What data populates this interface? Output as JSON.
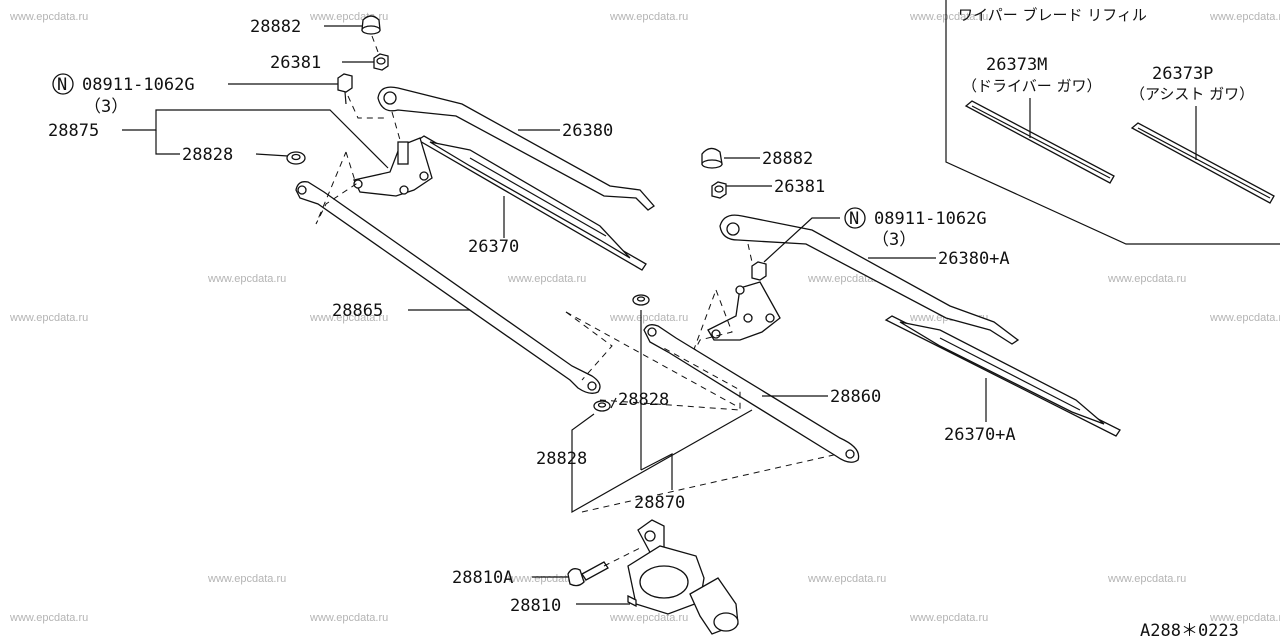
{
  "watermark": "www.epcdata.ru",
  "drawing_code": "A288＊0223",
  "inset": {
    "title": "ワイパー ブレード リフィル",
    "left_part": "26373M",
    "left_note": "（ドライバー ガワ）",
    "right_part": "26373P",
    "right_note": "（アシスト ガワ）"
  },
  "left_assembly": {
    "cap": "28882",
    "nut": "26381",
    "n_symbol": "N",
    "bolt": "08911-1062G",
    "bolt_qty": "（3）",
    "pivot_set": "28875",
    "bushing": "28828",
    "arm": "26380",
    "blade": "26370",
    "link_rod": "28865"
  },
  "right_assembly": {
    "cap": "28882",
    "nut": "26381",
    "n_symbol": "N",
    "bolt": "08911-1062G",
    "bolt_qty": "（3）",
    "arm": "26380+A",
    "blade": "26370+A",
    "link_rod": "28860"
  },
  "center_group": {
    "bushing_upper": "28828",
    "bushing_lower": "28828",
    "linkage": "28870"
  },
  "motor_group": {
    "screw": "28810A",
    "motor": "28810"
  }
}
